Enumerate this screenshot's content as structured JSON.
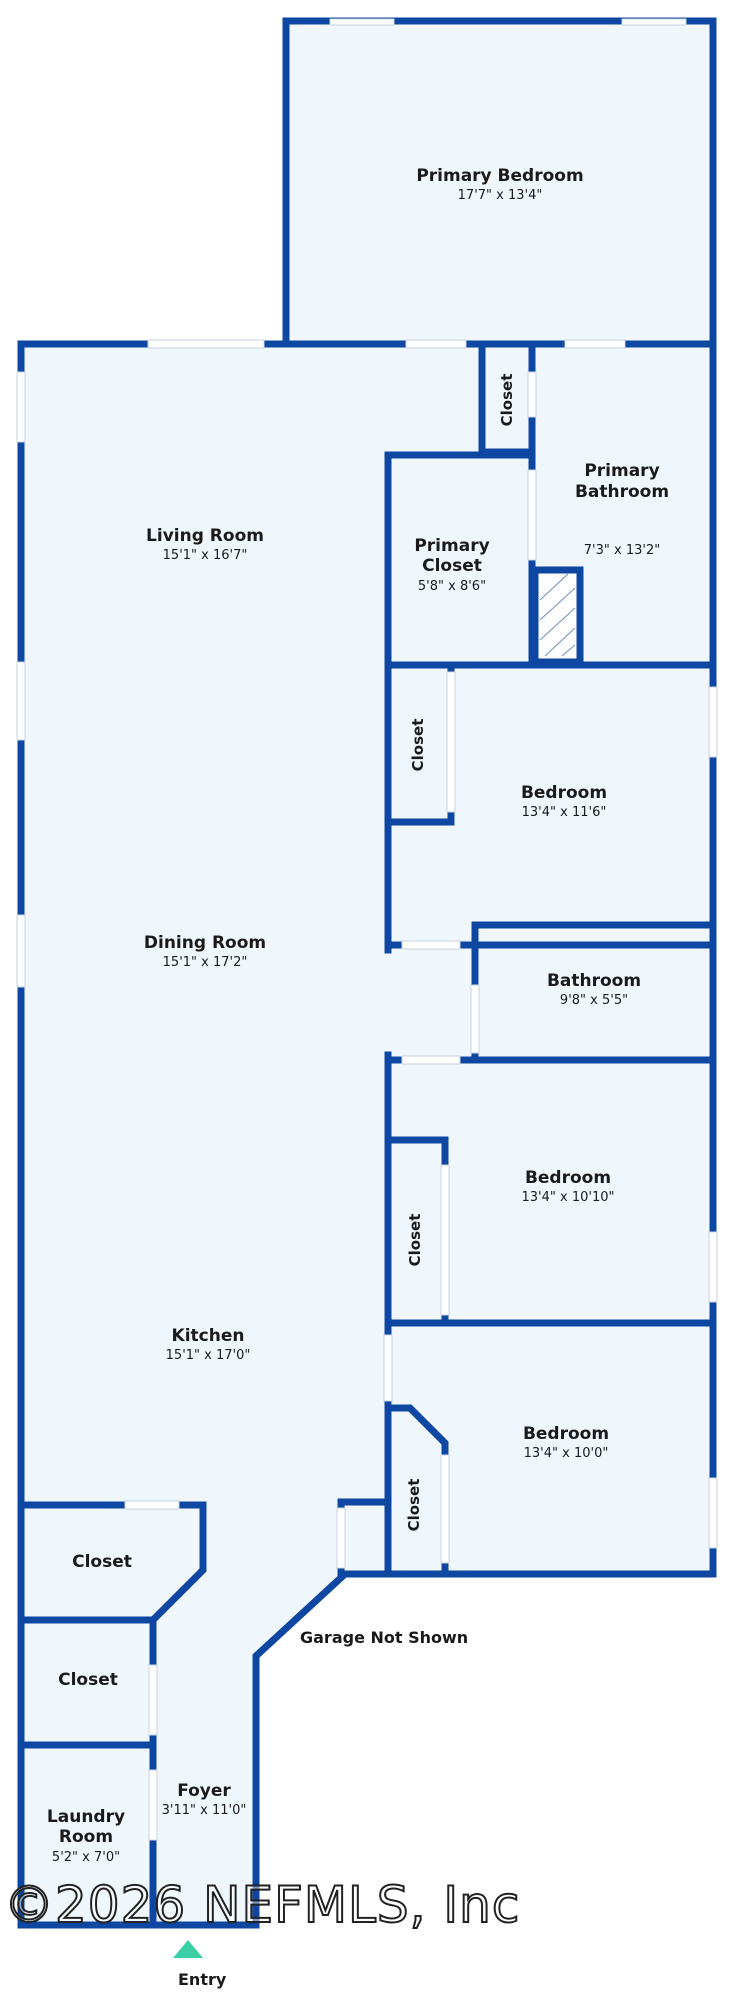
{
  "colors": {
    "wall": "#0d47a1",
    "floor": "#eff7fd",
    "window": "#ffffff",
    "entry_marker": "#3ccfa6"
  },
  "rooms": {
    "primary_bedroom": {
      "name": "Primary Bedroom",
      "dim": "17'7\" x 13'4\""
    },
    "primary_bathroom": {
      "name": "Primary\nBathroom",
      "dim": "7'3\" x 13'2\""
    },
    "primary_closet": {
      "name": "Primary\nCloset",
      "dim": "5'8\" x 8'6\""
    },
    "living_room": {
      "name": "Living Room",
      "dim": "15'1\" x 16'7\""
    },
    "dining_room": {
      "name": "Dining Room",
      "dim": "15'1\" x 17'2\""
    },
    "kitchen": {
      "name": "Kitchen",
      "dim": "15'1\" x 17'0\""
    },
    "bedroom_1": {
      "name": "Bedroom",
      "dim": "13'4\" x 11'6\""
    },
    "bathroom": {
      "name": "Bathroom",
      "dim": "9'8\" x 5'5\""
    },
    "bedroom_2": {
      "name": "Bedroom",
      "dim": "13'4\" x 10'10\""
    },
    "bedroom_3": {
      "name": "Bedroom",
      "dim": "13'4\" x 10'0\""
    },
    "foyer": {
      "name": "Foyer",
      "dim": "3'11\" x 11'0\""
    },
    "laundry_room": {
      "name": "Laundry\nRoom",
      "dim": "5'2\" x 7'0\""
    },
    "closet_left_upper": {
      "name": "Closet"
    },
    "closet_left_lower": {
      "name": "Closet"
    },
    "closet_primary_bath": {
      "name": "Closet"
    },
    "closet_bedroom_1": {
      "name": "Closet"
    },
    "closet_bedroom_2": {
      "name": "Closet"
    },
    "closet_bedroom_3": {
      "name": "Closet"
    }
  },
  "notes": {
    "garage": "Garage Not Shown",
    "entry": "Entry"
  },
  "watermark": "©2026 NEFMLS, Inc"
}
